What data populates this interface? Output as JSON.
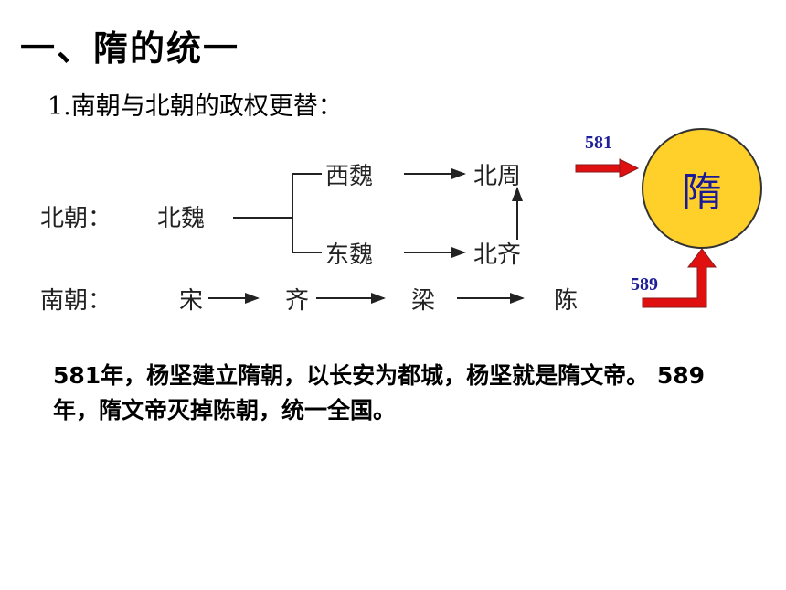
{
  "heading": "一、隋的统一",
  "subheading": "1.南朝与北朝的政权更替：",
  "diagram": {
    "north_label": "北朝：",
    "north_wei": "北魏",
    "west_wei": "西魏",
    "north_zhou": "北周",
    "east_wei": "东魏",
    "north_qi": "北齐",
    "south_label": "南朝：",
    "song": "宋",
    "qi": "齐",
    "liang": "梁",
    "chen": "陈",
    "sui": "隋",
    "year_581": "581",
    "year_589": "589"
  },
  "colors": {
    "arrow_red": "#e01010",
    "circle_fill": "#ffd02a",
    "year_blue": "#1f1f9a"
  },
  "paragraph": "581年，杨坚建立隋朝，以长安为都城，杨坚就是隋文帝。 589年，隋文帝灭掉陈朝，统一全国。"
}
